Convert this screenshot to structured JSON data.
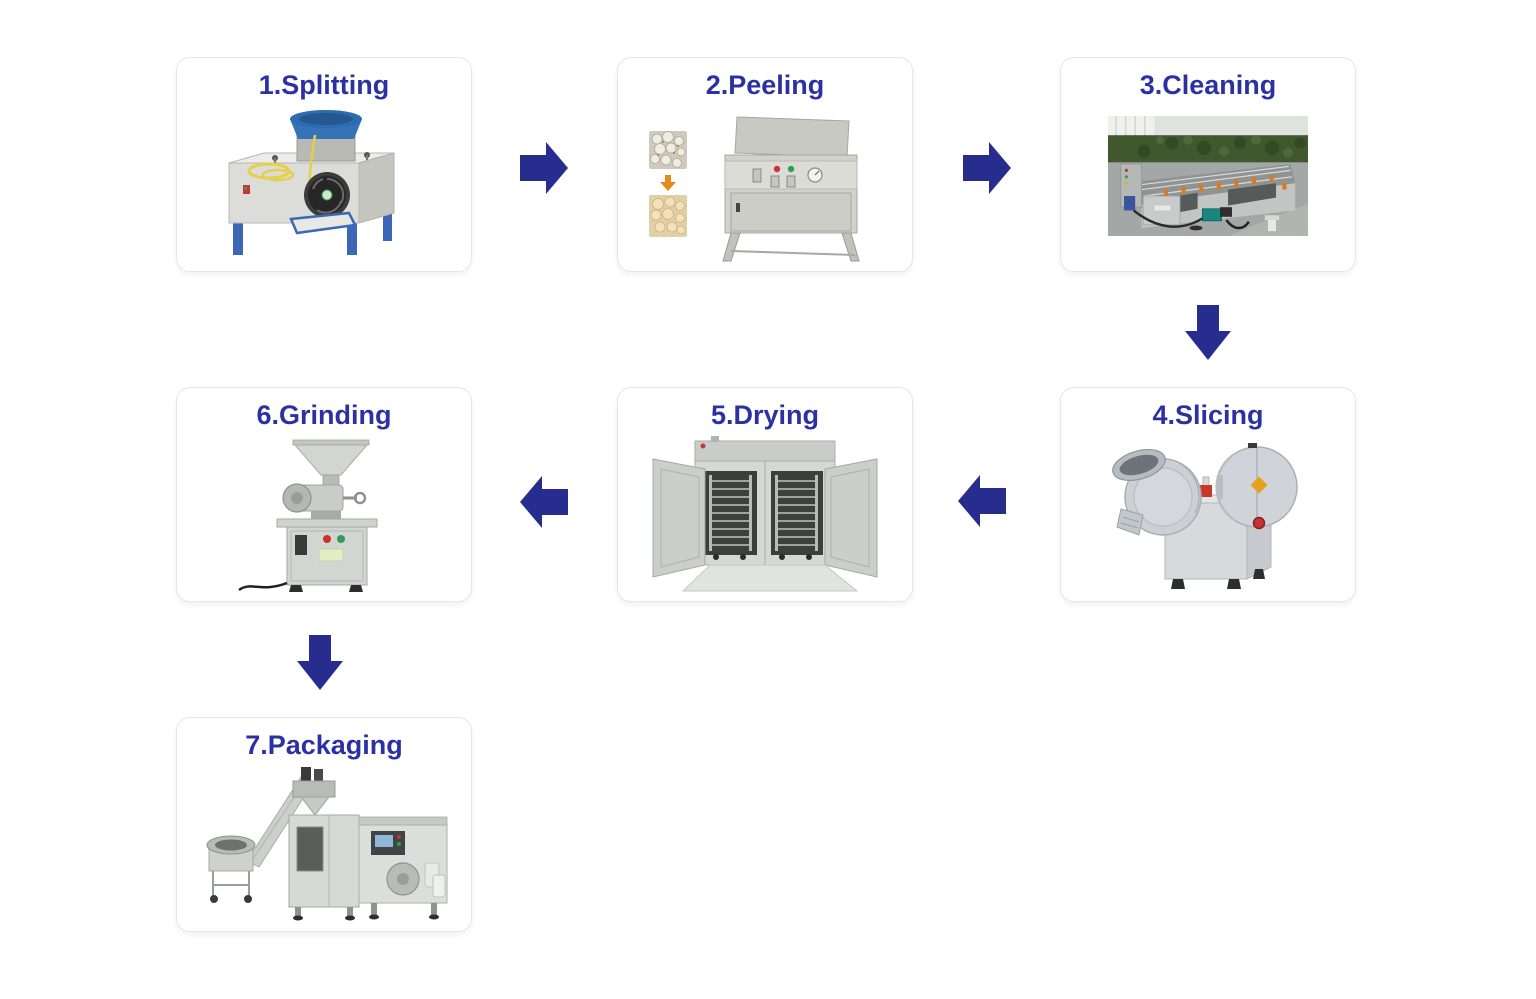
{
  "page": {
    "background": "#ffffff",
    "type": "process-flow-diagram"
  },
  "steps": [
    {
      "index": 1,
      "title": "1.Splitting",
      "machine_icon": "garlic-splitting-machine"
    },
    {
      "index": 2,
      "title": "2.Peeling",
      "machine_icon": "garlic-peeling-machine"
    },
    {
      "index": 3,
      "title": "3.Cleaning",
      "machine_icon": "garlic-cleaning-machine"
    },
    {
      "index": 4,
      "title": "4.Slicing",
      "machine_icon": "garlic-slicing-machine"
    },
    {
      "index": 5,
      "title": "5.Drying",
      "machine_icon": "garlic-drying-oven"
    },
    {
      "index": 6,
      "title": "6.Grinding",
      "machine_icon": "garlic-grinding-machine"
    },
    {
      "index": 7,
      "title": "7.Packaging",
      "machine_icon": "garlic-packaging-line"
    }
  ],
  "flow": [
    {
      "from": "1.Splitting",
      "to": "2.Peeling",
      "direction": "right"
    },
    {
      "from": "2.Peeling",
      "to": "3.Cleaning",
      "direction": "right"
    },
    {
      "from": "3.Cleaning",
      "to": "4.Slicing",
      "direction": "down"
    },
    {
      "from": "4.Slicing",
      "to": "5.Drying",
      "direction": "left"
    },
    {
      "from": "5.Drying",
      "to": "6.Grinding",
      "direction": "left"
    },
    {
      "from": "6.Grinding",
      "to": "7.Packaging",
      "direction": "down"
    }
  ],
  "colors": {
    "title_text": "#2B31A3",
    "arrow": "#272D8E",
    "card_background": "#ffffff",
    "card_border": "#e6e6e6",
    "page_background": "#ffffff"
  }
}
